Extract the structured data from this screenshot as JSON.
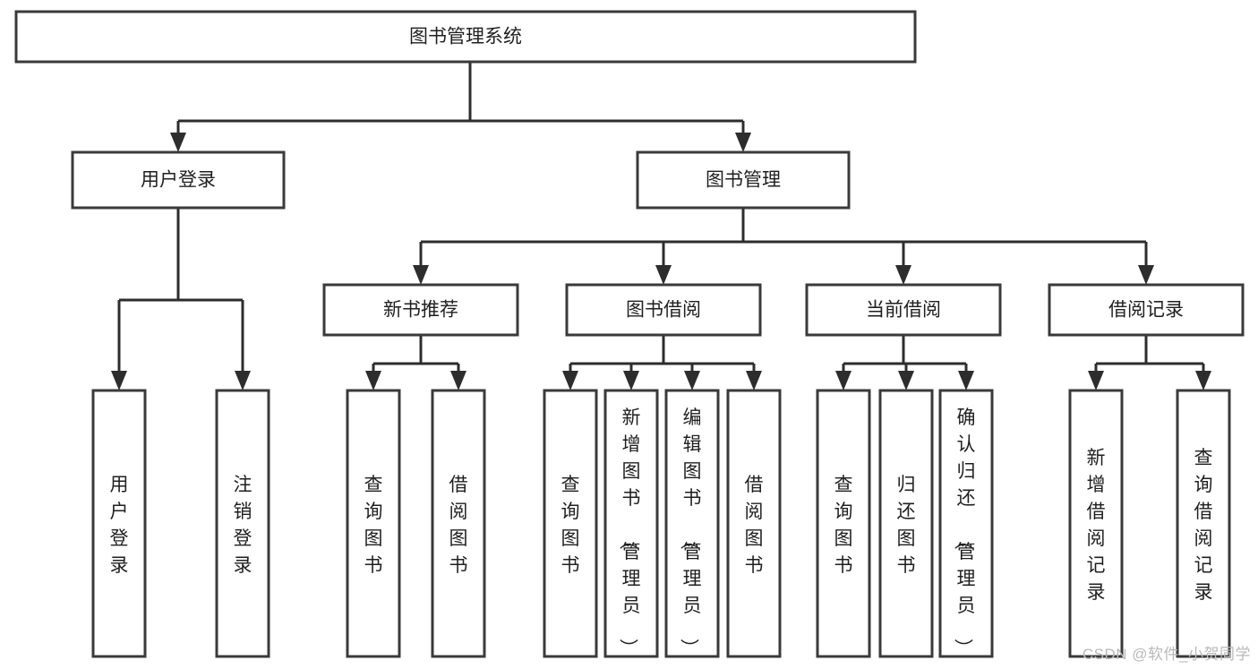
{
  "diagram": {
    "type": "tree-hierarchy",
    "title": "图书管理系统",
    "orientation": "top-down",
    "style": {
      "box_fill": "#ffffff",
      "box_stroke": "#3a3a3a",
      "connector_color": "#2d2d2d",
      "text_color": "#1f1f1f",
      "background": "#ffffff"
    },
    "levels": [
      {
        "level": 1,
        "nodes": [
          {
            "id": "root",
            "label": "图书管理系统",
            "orient": "horizontal"
          }
        ]
      },
      {
        "level": 2,
        "nodes": [
          {
            "id": "login",
            "label": "用户登录",
            "orient": "horizontal",
            "parent": "root"
          },
          {
            "id": "bookmgmt",
            "label": "图书管理",
            "orient": "horizontal",
            "parent": "root"
          }
        ]
      },
      {
        "level": 3,
        "nodes": [
          {
            "id": "newbook",
            "label": "新书推荐",
            "orient": "horizontal",
            "parent": "bookmgmt"
          },
          {
            "id": "borrow",
            "label": "图书借阅",
            "orient": "horizontal",
            "parent": "bookmgmt"
          },
          {
            "id": "current",
            "label": "当前借阅",
            "orient": "horizontal",
            "parent": "bookmgmt"
          },
          {
            "id": "records",
            "label": "借阅记录",
            "orient": "horizontal",
            "parent": "bookmgmt"
          }
        ]
      },
      {
        "level": 4,
        "nodes": [
          {
            "id": "leaf-user-login",
            "label": "用户登录",
            "orient": "vertical",
            "parent": "login"
          },
          {
            "id": "leaf-user-logout",
            "label": "注销登录",
            "orient": "vertical",
            "parent": "login"
          },
          {
            "id": "leaf-query-book-1",
            "label": "查询图书",
            "orient": "vertical",
            "parent": "newbook"
          },
          {
            "id": "leaf-borrow-book-1",
            "label": "借阅图书",
            "orient": "vertical",
            "parent": "newbook"
          },
          {
            "id": "leaf-query-book-2",
            "label": "查询图书",
            "orient": "vertical",
            "parent": "borrow"
          },
          {
            "id": "leaf-add-book",
            "label": "新增图书（管理员）",
            "orient": "vertical",
            "parent": "borrow"
          },
          {
            "id": "leaf-edit-book",
            "label": "编辑图书（管理员）",
            "orient": "vertical",
            "parent": "borrow"
          },
          {
            "id": "leaf-borrow-book-2",
            "label": "借阅图书",
            "orient": "vertical",
            "parent": "borrow"
          },
          {
            "id": "leaf-query-book-3",
            "label": "查询图书",
            "orient": "vertical",
            "parent": "current"
          },
          {
            "id": "leaf-return-book",
            "label": "归还图书",
            "orient": "vertical",
            "parent": "current"
          },
          {
            "id": "leaf-confirm-return",
            "label": "确认归还（管理员）",
            "orient": "vertical",
            "parent": "current"
          },
          {
            "id": "leaf-add-record",
            "label": "新增借阅记录",
            "orient": "vertical",
            "parent": "records"
          },
          {
            "id": "leaf-query-record",
            "label": "查询借阅记录",
            "orient": "vertical",
            "parent": "records"
          }
        ]
      }
    ]
  },
  "watermark": {
    "text": "CSDN @软件_小贺同学"
  }
}
